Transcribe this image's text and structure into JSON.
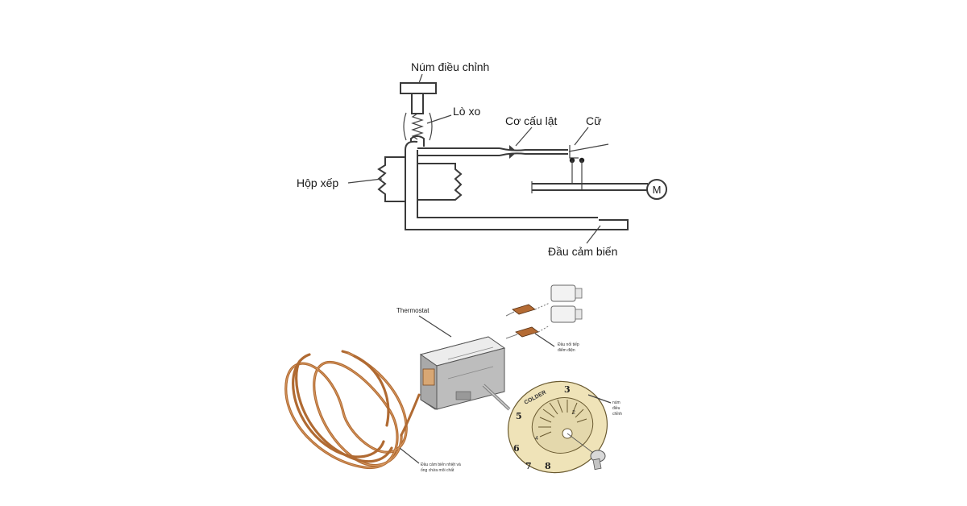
{
  "top_diagram": {
    "labels": {
      "knob": "Núm điều chỉnh",
      "spring": "Lò xo",
      "flip_mechanism": "Cơ cấu lật",
      "stop": "Cữ",
      "bellows": "Hộp xếp",
      "sensor_head": "Đầu cảm biến",
      "motor": "M"
    }
  },
  "bottom_illustration": {
    "labels": {
      "thermostat": "Thermostat",
      "connector_line1": "Đầu nối tiếp",
      "connector_line2": "điểm điện",
      "knob_line1": "núm",
      "knob_line2": "điều",
      "knob_line3": "chỉnh",
      "sensor_line1": "Đầu cảm biến nhiệt và",
      "sensor_line2": "ống chứa môi chất"
    },
    "dial": {
      "colder_text": "COLDER",
      "numbers": [
        "3",
        "2",
        "5",
        "4",
        "6",
        "7",
        "8"
      ]
    }
  },
  "colors": {
    "copper": "#b06a32",
    "copper_light": "#d08c52",
    "line": "#3a3a3a",
    "dial_face": "#efe3b8",
    "body_gray": "#c8c8c8"
  }
}
